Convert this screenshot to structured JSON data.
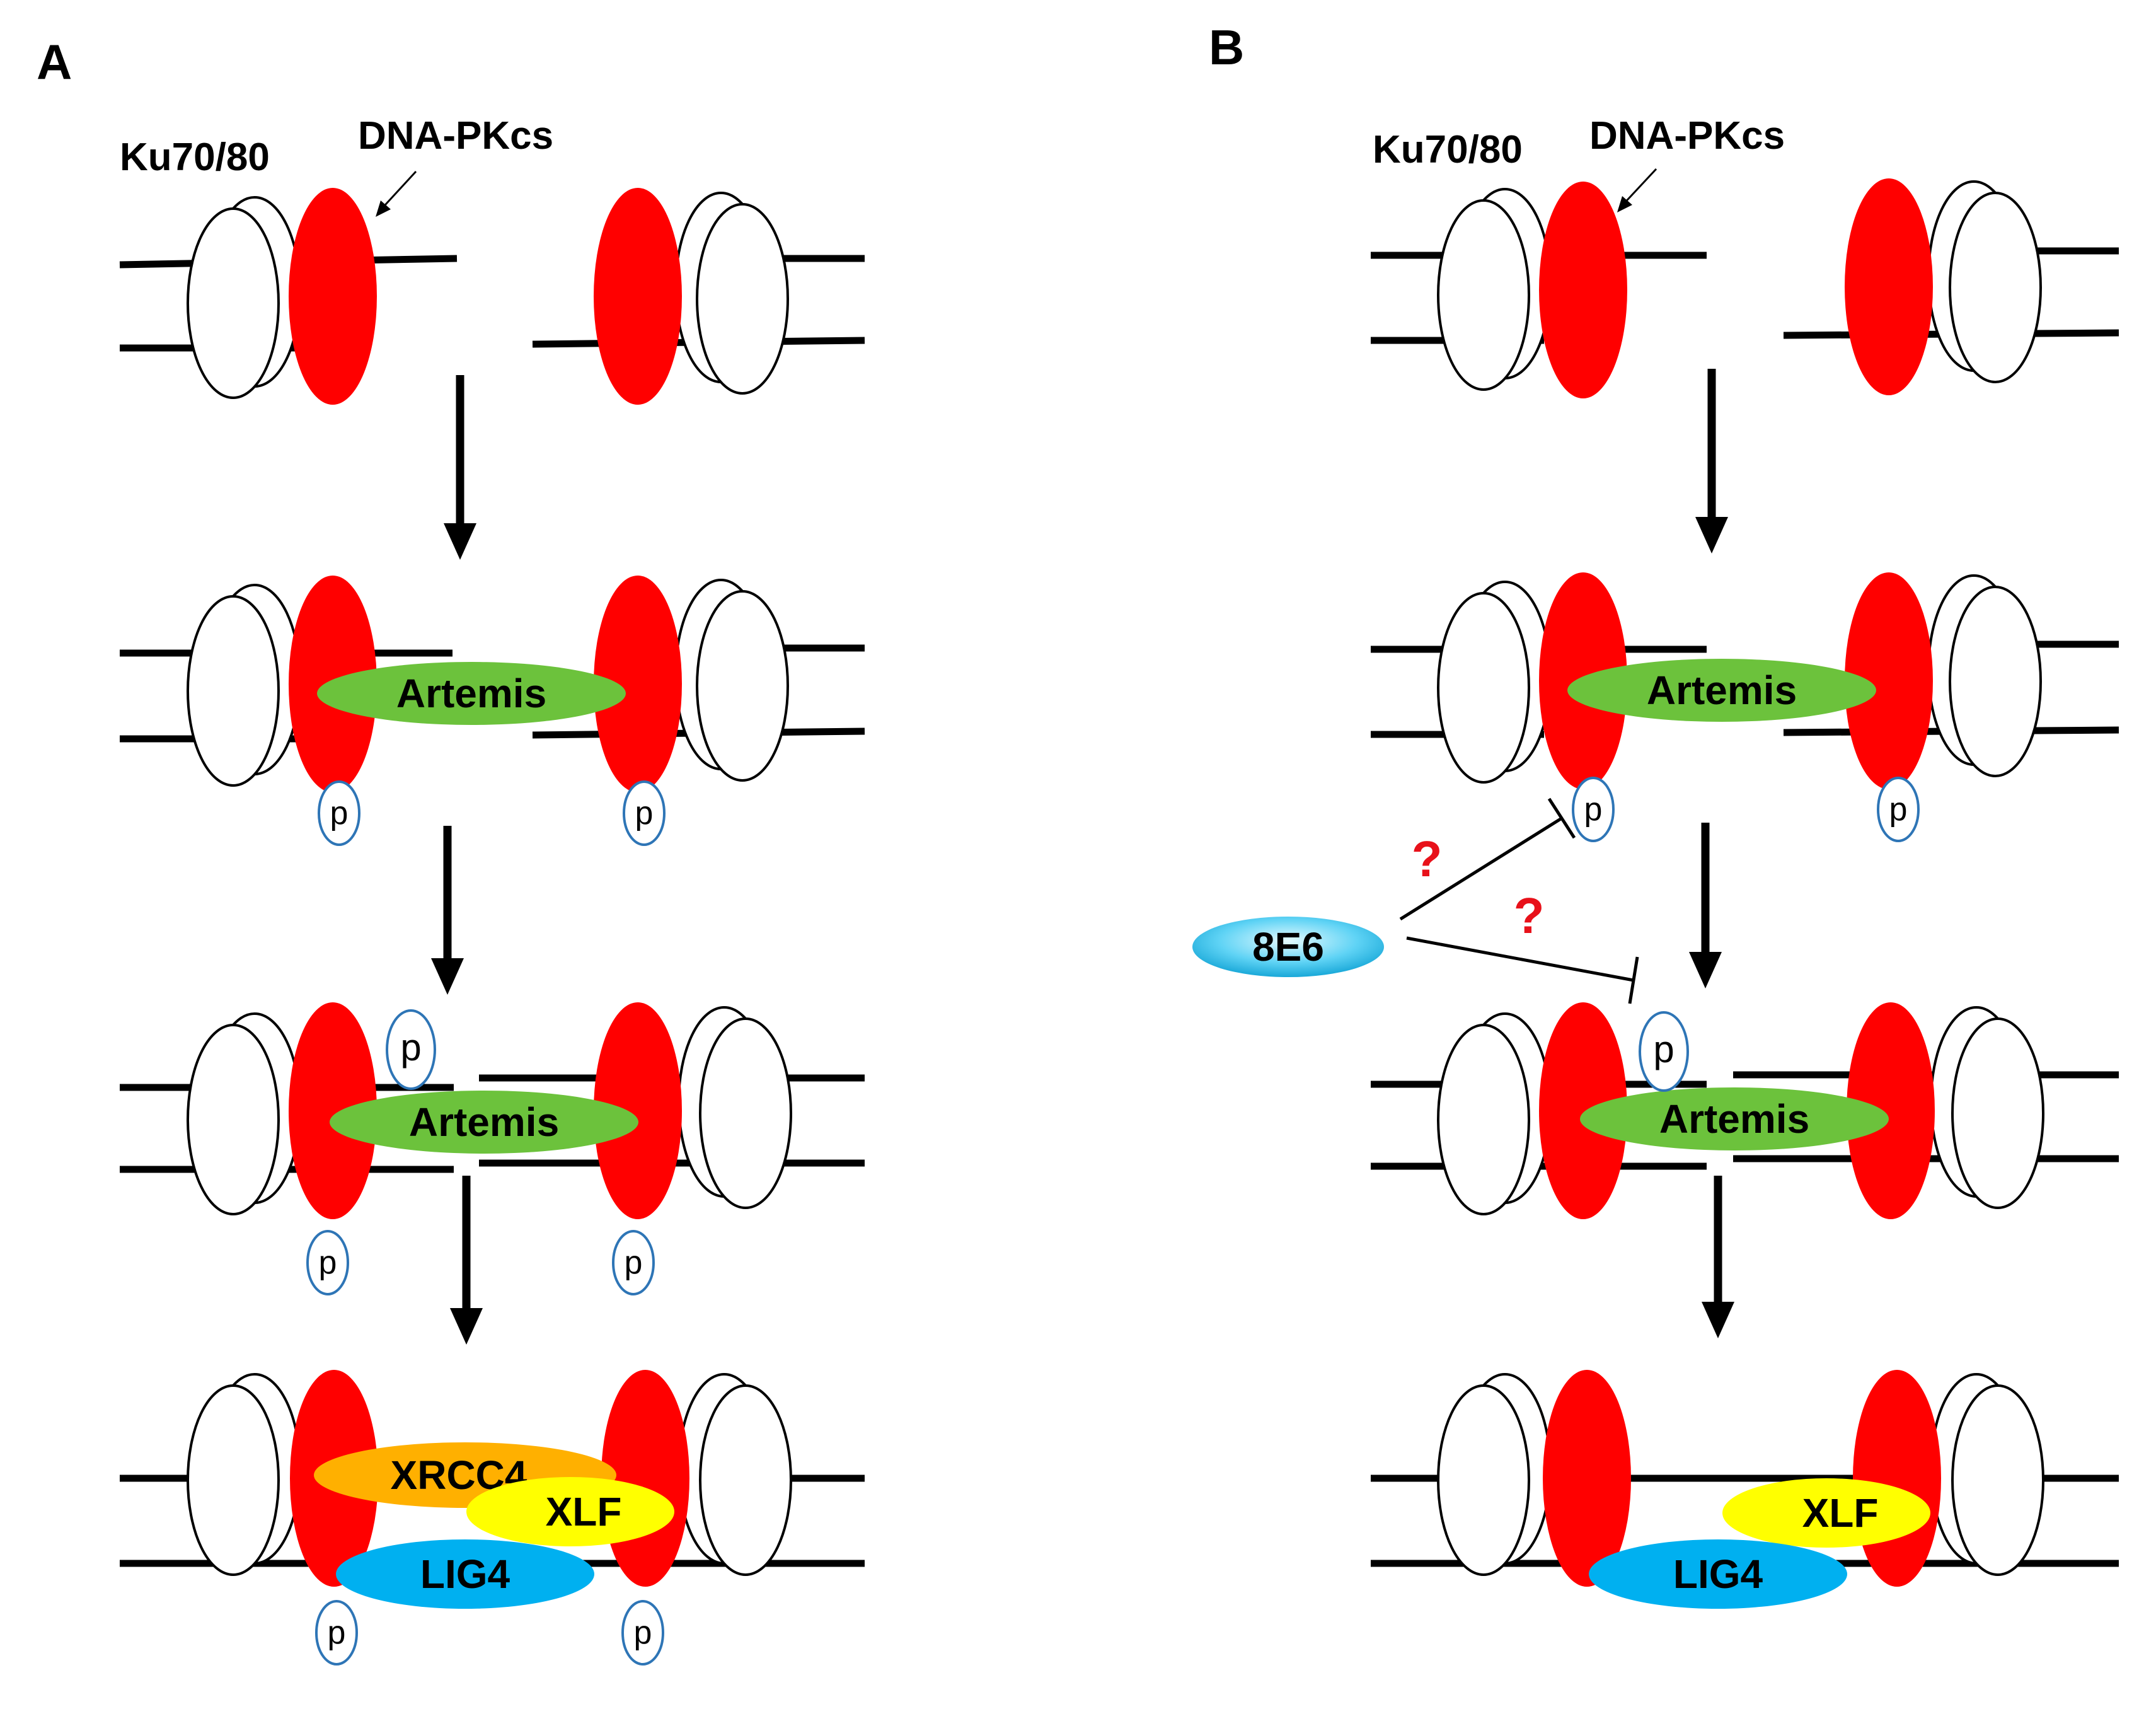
{
  "panels": [
    {
      "letter": "A",
      "ku_label": "Ku70/80",
      "pkcs_label": "DNA-PKcs"
    },
    {
      "letter": "B",
      "ku_label": "Ku70/80",
      "pkcs_label": "DNA-PKcs"
    }
  ],
  "labels": {
    "artemis": "Artemis",
    "xrcc4": "XRCC4",
    "xlf": "XLF",
    "lig4": "LIG4",
    "phospho": "p",
    "inhibitor": "8E6",
    "unknown": "?"
  },
  "colors": {
    "dna_pkcs": "#ff0000",
    "artemis": "#6cc23c",
    "xrcc4": "#ffb000",
    "xlf": "#ffff00",
    "lig4": "#00b0f0",
    "phospho_outline": "#2e75b6",
    "question_mark": "#e8111a",
    "inhibitor": "#35c7f2"
  }
}
